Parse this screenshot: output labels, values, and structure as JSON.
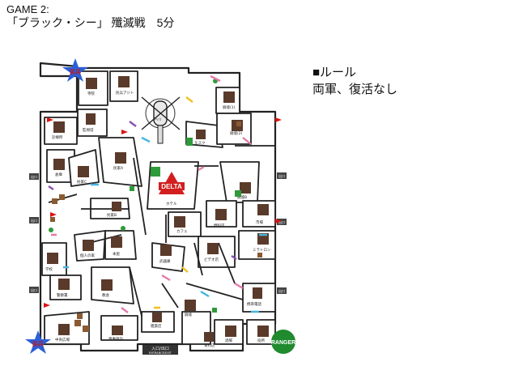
{
  "header": {
    "game_title": "GAME 2:",
    "mission": "「ブラック・シー」 殲滅戦　5分"
  },
  "rules": {
    "heading": "■ルール",
    "body": "両軍、復活なし"
  },
  "map": {
    "spawn_top": "民兵",
    "spawn_bottom": "民兵",
    "delta_label": "DELTA",
    "ranger_label": "RANGER",
    "entrance_label": "入口/出口",
    "entrance_sub": "ENTRANCE/EXIT",
    "side_exits": [
      "出口",
      "出口",
      "出口",
      "出口",
      "出口",
      "出口"
    ],
    "rooms": [
      {
        "label": "寺院"
      },
      {
        "label": "民兵アジト"
      },
      {
        "label": "ヘリ"
      },
      {
        "label": "廃墟(1)"
      },
      {
        "label": "監視塔"
      },
      {
        "label": "診療所"
      },
      {
        "label": "モスク"
      },
      {
        "label": "廃墟(2)"
      },
      {
        "label": "倉庫"
      },
      {
        "label": "民家C"
      },
      {
        "label": "民家A"
      },
      {
        "label": "ホテル"
      },
      {
        "label": "廃墟B"
      },
      {
        "label": "市場"
      },
      {
        "label": "民家B"
      },
      {
        "label": "燃料店"
      },
      {
        "label": "カフェ"
      },
      {
        "label": "個人の家"
      },
      {
        "label": "本屋"
      },
      {
        "label": "ビデオ店"
      },
      {
        "label": "ミラトロン"
      },
      {
        "label": "学校"
      },
      {
        "label": "武器庫"
      },
      {
        "label": "教会"
      },
      {
        "label": "警察署"
      },
      {
        "label": "携帯電話"
      },
      {
        "label": "中央広場"
      },
      {
        "label": "軍事施設"
      },
      {
        "label": "雑貨店"
      },
      {
        "label": "酒場"
      },
      {
        "label": "食料店"
      },
      {
        "label": "役所"
      },
      {
        "label": "廃墟"
      }
    ]
  }
}
